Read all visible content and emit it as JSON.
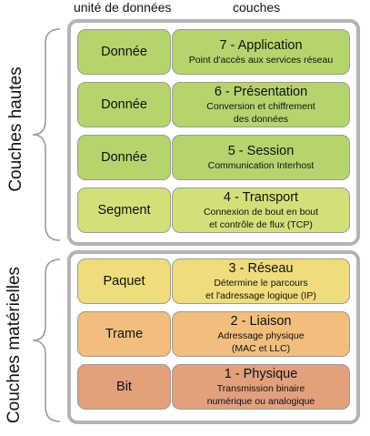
{
  "headers": {
    "unit": "unité de données",
    "layers": "couches"
  },
  "groups": {
    "upper": "Couches hautes",
    "lower": "Couches matérielles"
  },
  "rows": [
    {
      "unit": "Donnée",
      "title": "7 - Application",
      "desc": "Point d'accès aux services réseau",
      "color": "#b5d46e"
    },
    {
      "unit": "Donnée",
      "title": "6 - Présentation",
      "desc": "Conversion et chiffrement\ndes données",
      "color": "#b5d46e"
    },
    {
      "unit": "Donnée",
      "title": "5 - Session",
      "desc": "Communication Interhost",
      "color": "#b5d46e"
    },
    {
      "unit": "Segment",
      "title": "4 - Transport",
      "desc": "Connexion de bout en bout\net contrôle de flux (TCP)",
      "color": "#d3e07a"
    },
    {
      "unit": "Paquet",
      "title": "3 - Réseau",
      "desc": "Détermine le parcours\net l'adressage logique (IP)",
      "color": "#f0dc7c"
    },
    {
      "unit": "Trame",
      "title": "2 - Liaison",
      "desc": "Adressage physique\n(MAC et LLC)",
      "color": "#f1be7e"
    },
    {
      "unit": "Bit",
      "title": "1 - Physique",
      "desc": "Transmission binaire\nnumérique ou analogique",
      "color": "#e2a07c"
    }
  ]
}
